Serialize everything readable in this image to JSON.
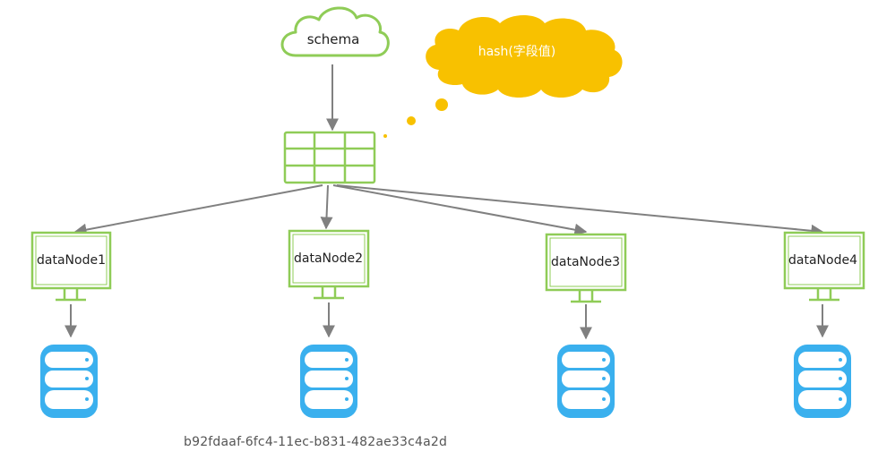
{
  "schema": {
    "label": "schema"
  },
  "hash": {
    "label": "hash(字段值)"
  },
  "nodes": [
    {
      "label": "dataNode1"
    },
    {
      "label": "dataNode2"
    },
    {
      "label": "dataNode3"
    },
    {
      "label": "dataNode4"
    }
  ],
  "watermark": "b92fdaaf-6fc4-11ec-b831-482ae33c4a2d",
  "colors": {
    "green": "#8fcc57",
    "blue": "#3ab0ee",
    "yellow": "#f8c100",
    "arrow": "#808080"
  }
}
